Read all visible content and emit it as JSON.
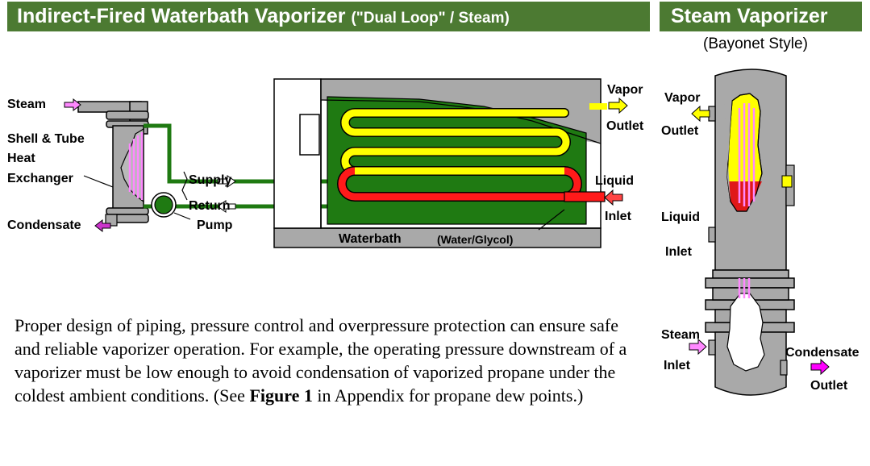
{
  "left_title": {
    "main": "Indirect-Fired  Waterbath Vaporizer",
    "sub": "(\"Dual Loop\" / Steam)"
  },
  "right_title": {
    "main": "Steam Vaporizer",
    "sub": "(Bayonet Style)"
  },
  "left_labels": {
    "steam": "Steam",
    "shell_1": "Shell & Tube",
    "shell_2": "Heat",
    "shell_3": "Exchanger",
    "condensate": "Condensate",
    "supply": "Supply",
    "return": "Return",
    "pump": "Pump",
    "waterbath": "Waterbath",
    "water_glycol": "(Water/Glycol)",
    "vapor": "Vapor",
    "outlet": "Outlet",
    "liquid": "Liquid",
    "inlet": "Inlet"
  },
  "right_labels": {
    "vapor": "Vapor",
    "vapor_outlet": "Outlet",
    "liquid": "Liquid",
    "liquid_inlet": "Inlet",
    "steam": "Steam",
    "steam_inlet": "Inlet",
    "condensate": "Condensate",
    "condensate_outlet": "Outlet"
  },
  "paragraph": {
    "text_before": "Proper design of piping, pressure control and overpressure protection can ensure safe and reliable vaporizer operation.   For example, the operating pressure downstream of a vaporizer must be low enough to avoid condensation of vaporized propane under the coldest ambient conditions.  (See ",
    "figure_ref": "Figure 1",
    "text_after": " in Appendix for propane dew points.)"
  },
  "colors": {
    "banner_green": "#4c7a32",
    "bath_green": "#1f7a12",
    "vessel_gray": "#a9a9a9",
    "coil_yellow": "#ffff00",
    "coil_red": "#ff1a1a",
    "steam_pink": "#ff88ff",
    "condensate_magenta": "#ff00ff"
  }
}
